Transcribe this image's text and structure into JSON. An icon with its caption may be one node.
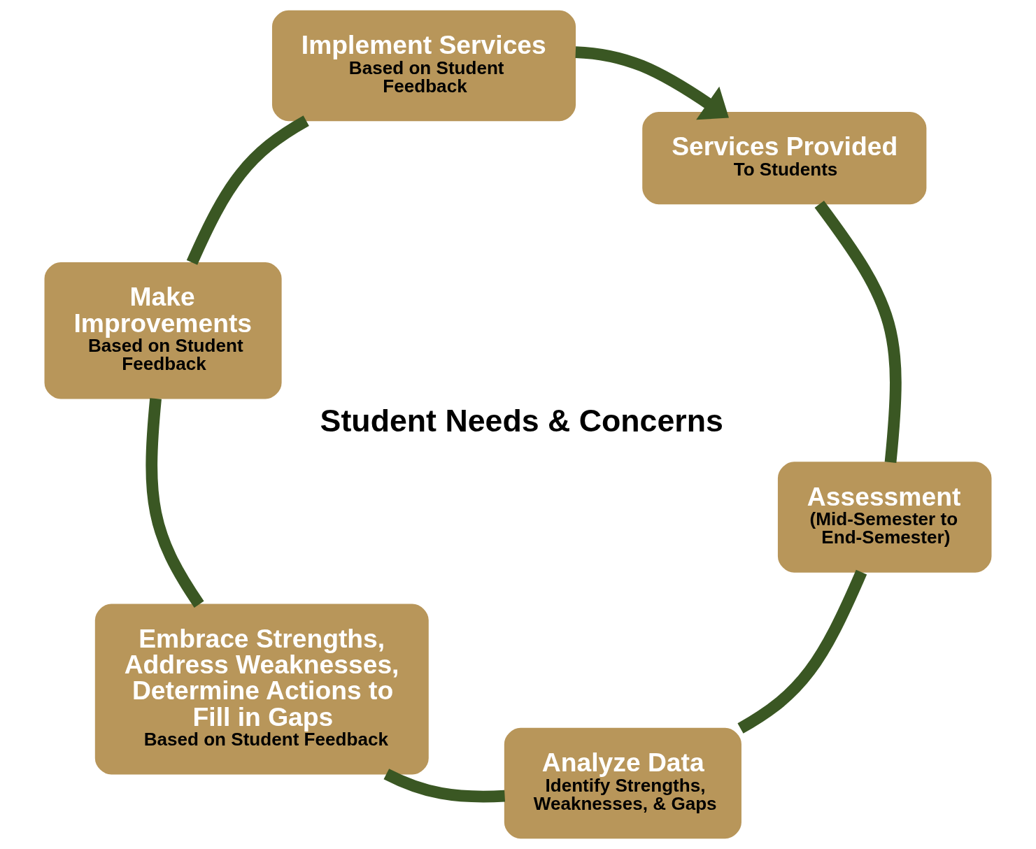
{
  "diagram": {
    "nodes": [
      {
        "text": [
          "Services Provided",
          "To Students"
        ]
      },
      {
        "text": [
          "Assessment",
          "(Mid-Semester to  End-Semester)"
        ]
      },
      {
        "text": [
          "Analyze Data",
          "Identify Strengths, Weaknesses, & Gaps"
        ]
      },
      {
        "text": [
          "Embrace Strengths, Address Weaknesses, Determine Actions to Fill in Gaps",
          "Based on Student Feedback"
        ]
      },
      {
        "text": [
          "Make Improvements",
          "Based on Student Feedback"
        ]
      },
      {
        "text": [
          "Implement Services",
          "Based on Student Feedback"
        ]
      }
    ],
    "edges": [
      {
        "from": 0,
        "to": 1,
        "arrow": "none"
      },
      {
        "from": 1,
        "to": 2,
        "arrow": "none"
      },
      {
        "from": 2,
        "to": 3,
        "arrow": "none"
      },
      {
        "from": 3,
        "to": 4,
        "arrow": "none"
      },
      {
        "from": 4,
        "to": 5,
        "arrow": "none"
      },
      {
        "from": 5,
        "to": 0,
        "arrow": "to"
      }
    ],
    "labels": [
      "Student Needs & Concerns"
    ]
  }
}
